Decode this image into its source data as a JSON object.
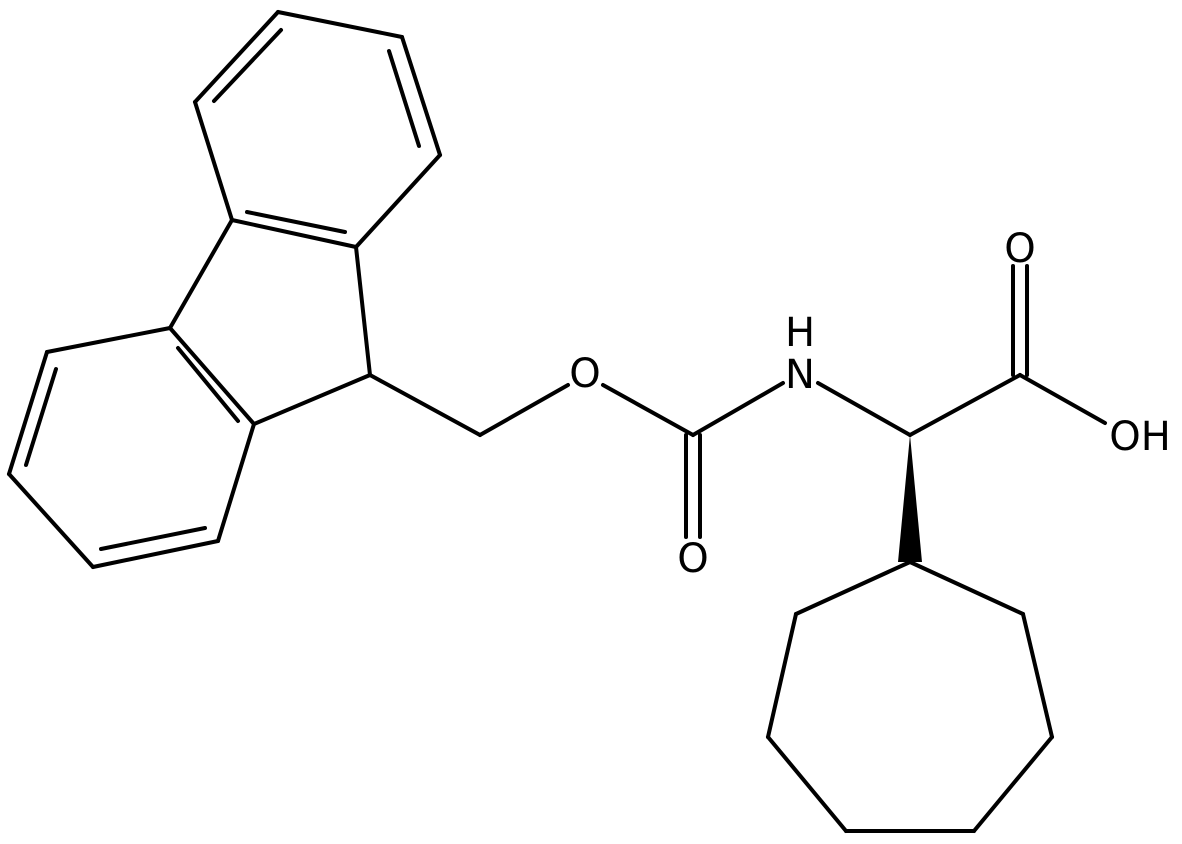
{
  "molecule": {
    "atoms": {
      "O_ether": "O",
      "N_amide": "N",
      "H_amide": "H",
      "O_carbamate": "O",
      "O_acid_carbonyl": "O",
      "OH_acid": "OH"
    }
  },
  "colors": {
    "bond": "#000000",
    "background": "#ffffff"
  }
}
